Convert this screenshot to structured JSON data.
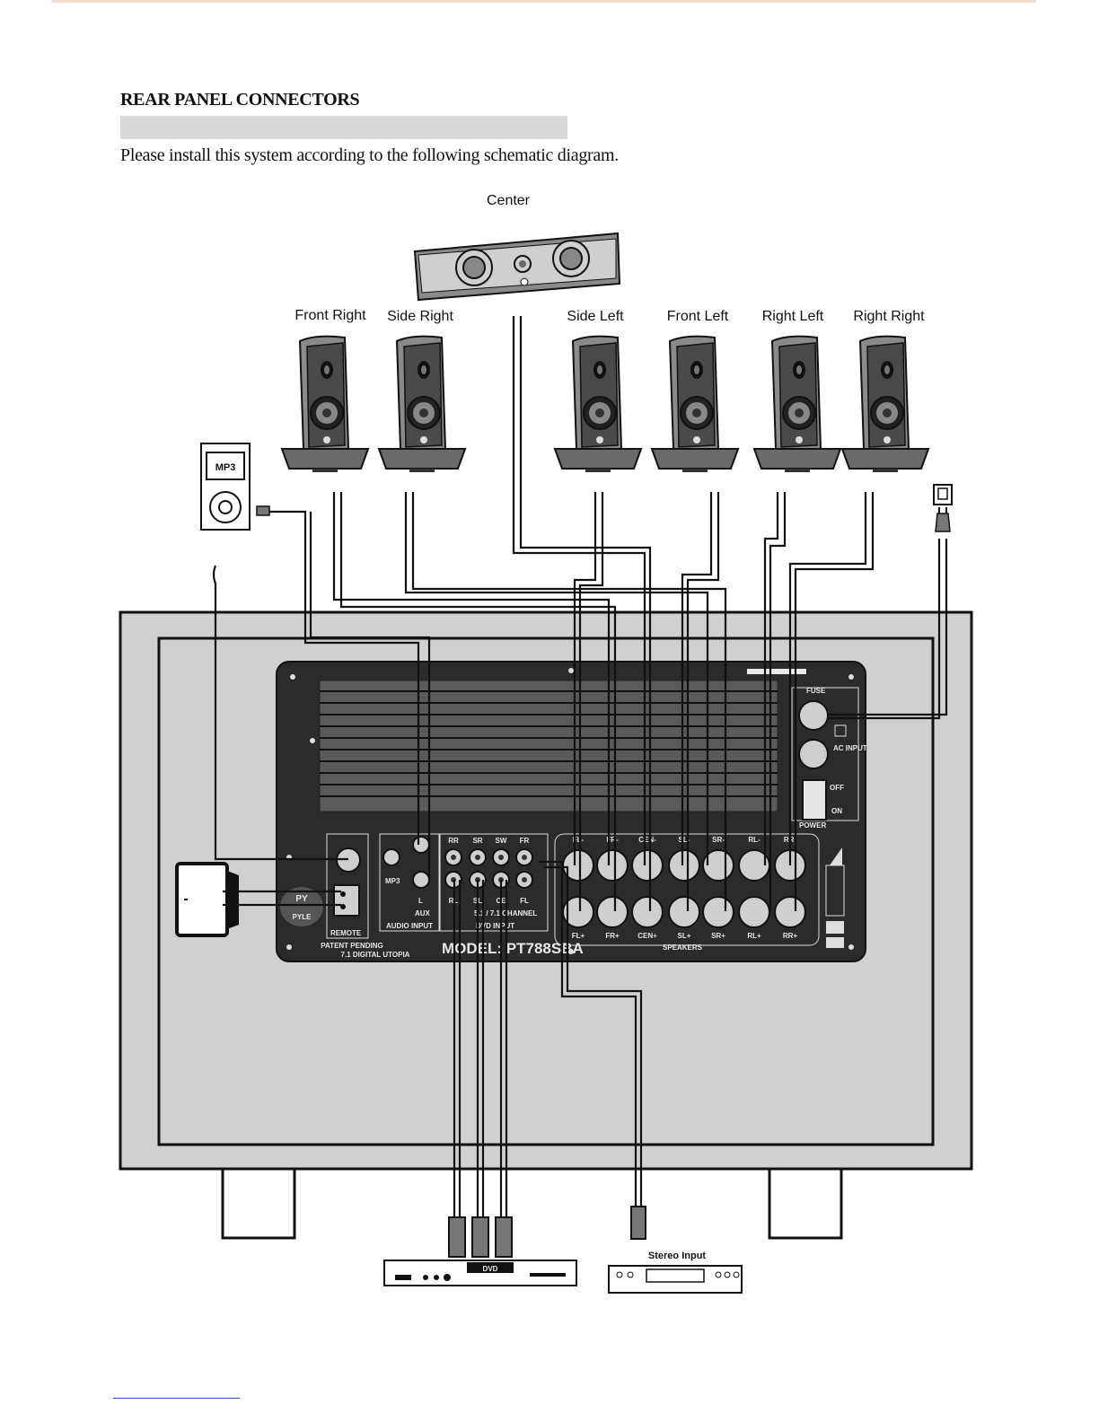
{
  "page": {
    "heading": "REAR PANEL CONNECTORS",
    "intro": "Please install this system according to the following schematic diagram."
  },
  "speakers": {
    "center": "Center",
    "front_right": "Front Right",
    "side_right": "Side Right",
    "side_left": "Side Left",
    "front_left": "Front Left",
    "right_left": "Right Left",
    "right_right": "Right Right"
  },
  "devices": {
    "mp3_player": "MP3",
    "dvd_player": "DVD",
    "stereo_input": "Stereo Input"
  },
  "panel": {
    "fuse": "FUSE",
    "power": "POWER",
    "off": "OFF",
    "on": "ON",
    "ac_input": "AC INPUT",
    "model": "MODEL: PT788SBA",
    "patent": "PATENT PENDING",
    "utopia": "7.1 DIGITAL UTOPIA",
    "audio_input": "AUDIO INPUT",
    "mp3": "MP3",
    "aux": "AUX",
    "l": "L",
    "dvd_input": "DVD INPUT",
    "channel": "5.1 / 7.1 CHANNEL",
    "speakers": "SPEAKERS",
    "remote": "REMOTE",
    "input_labels": [
      "RR",
      "SR",
      "SW",
      "FR",
      "RL",
      "SL",
      "CE",
      "FL"
    ],
    "neg_terminals": [
      "FL-",
      "FR-",
      "CEN-",
      "SL-",
      "SR-",
      "RL-",
      "RR-"
    ],
    "pos_terminals": [
      "FL+",
      "FR+",
      "CEN+",
      "SL+",
      "SR+",
      "RL+",
      "RR+"
    ]
  }
}
